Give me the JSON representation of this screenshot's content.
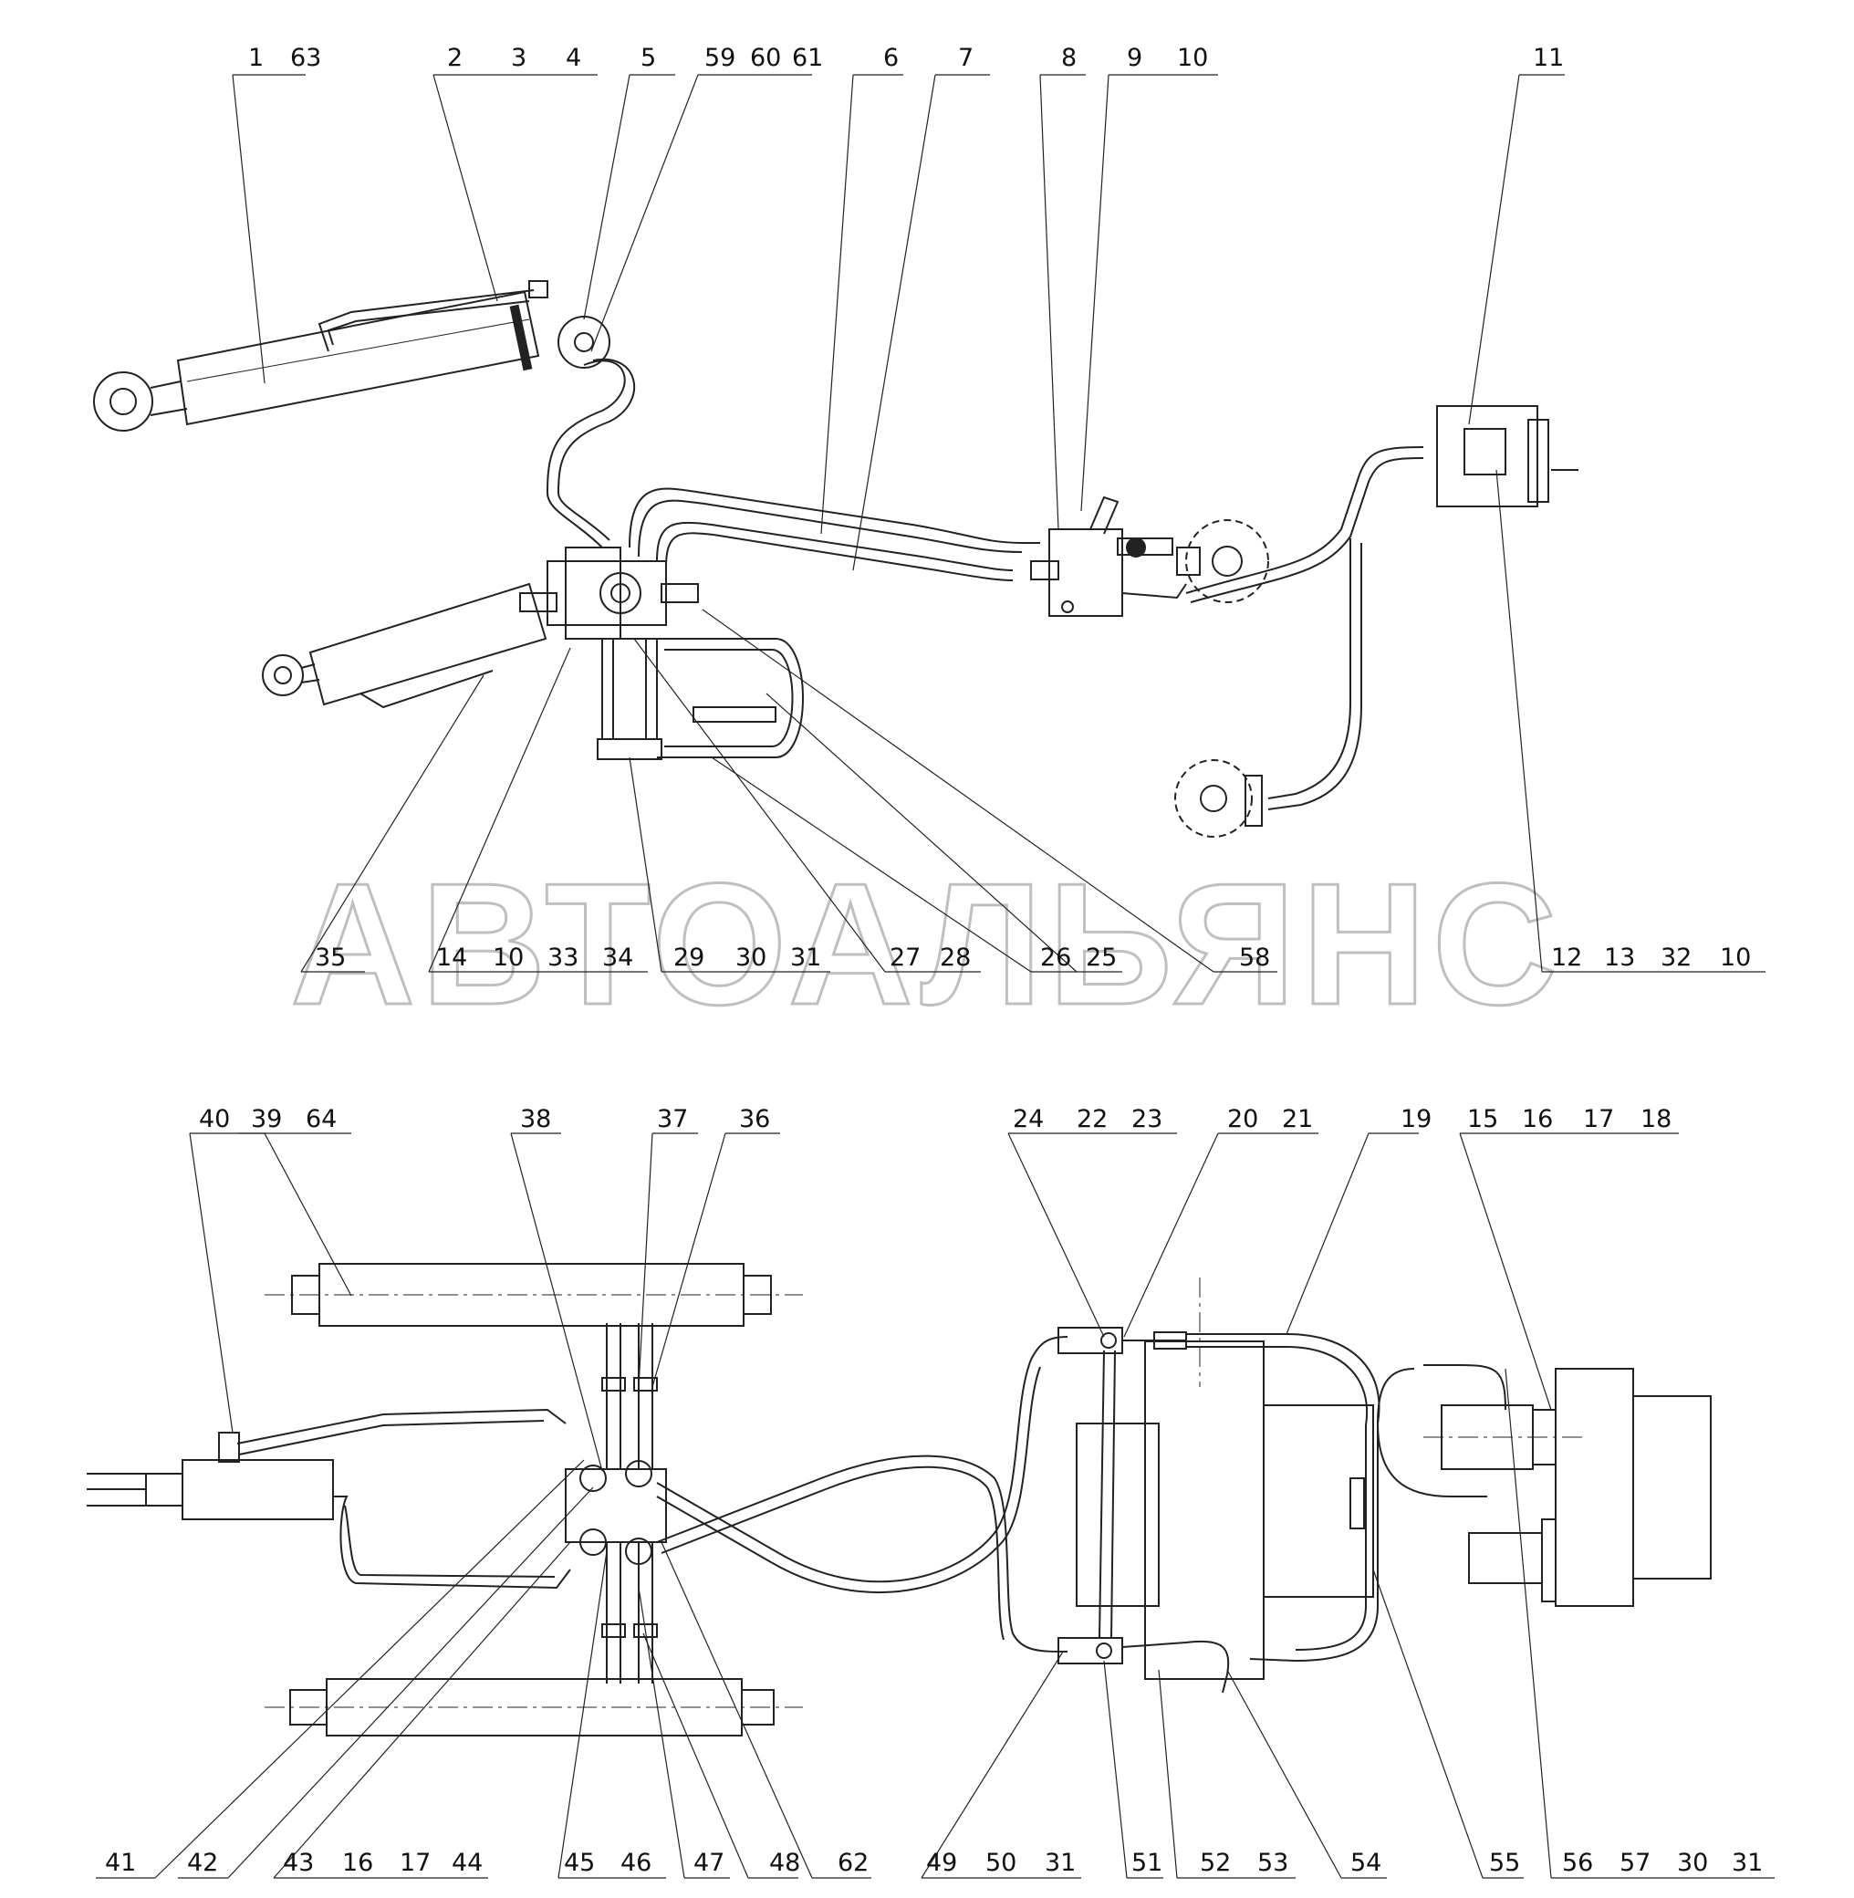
{
  "watermark": "АВТОАЛЬЯНС",
  "colors": {
    "line": "#222222",
    "watermark": "#bfbfbf"
  },
  "top_labels": [
    [
      "1",
      "63"
    ],
    [
      "2",
      "3",
      "4"
    ],
    [
      "5"
    ],
    [
      "59",
      "60",
      "61"
    ],
    [
      "6"
    ],
    [
      "7"
    ],
    [
      "8"
    ],
    [
      "9",
      "10"
    ],
    [
      "11"
    ]
  ],
  "mid_labels": [
    [
      "35"
    ],
    [
      "14",
      "10",
      "33",
      "34"
    ],
    [
      "29",
      "30",
      "31"
    ],
    [
      "27",
      "28"
    ],
    [
      "26"
    ],
    [
      "25"
    ],
    [
      "58"
    ],
    [
      "12",
      "13",
      "32",
      "10"
    ]
  ],
  "lower_top_labels": [
    [
      "40",
      "39",
      "64"
    ],
    [
      "38"
    ],
    [
      "37"
    ],
    [
      "36"
    ],
    [
      "24",
      "22",
      "23"
    ],
    [
      "20",
      "21"
    ],
    [
      "19"
    ],
    [
      "15",
      "16",
      "17",
      "18"
    ]
  ],
  "bottom_labels": [
    [
      "41"
    ],
    [
      "42"
    ],
    [
      "43",
      "16",
      "17",
      "44"
    ],
    [
      "45",
      "46"
    ],
    [
      "47"
    ],
    [
      "48"
    ],
    [
      "62"
    ],
    [
      "49",
      "50",
      "31"
    ],
    [
      "51"
    ],
    [
      "52",
      "53"
    ],
    [
      "54"
    ],
    [
      "55"
    ],
    [
      "56",
      "57",
      "30",
      "31"
    ]
  ]
}
